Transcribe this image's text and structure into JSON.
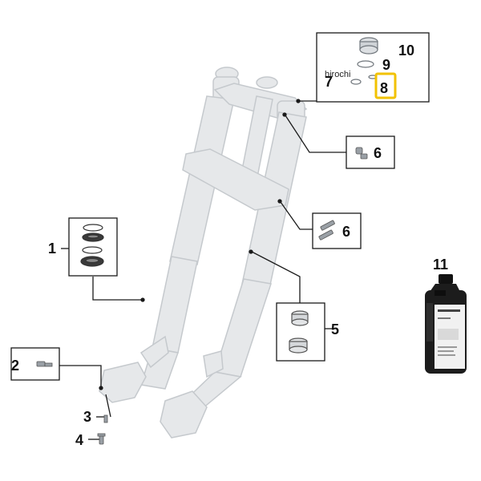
{
  "callouts": {
    "c1": "1",
    "c2": "2",
    "c3": "3",
    "c4": "4",
    "c5": "5",
    "c6a": "6",
    "c6b": "6",
    "c7": "7",
    "c8": "8",
    "c9": "9",
    "c10": "10",
    "c11": "11"
  },
  "watermark": "hirochi",
  "colors": {
    "fork": "#e4e6e8",
    "fork_outline": "#c9ccd0",
    "line": "#1a1a1a",
    "highlight": "#f2c200",
    "bottle": "#1c1c1c",
    "label_panel": "#f1f1f1"
  }
}
